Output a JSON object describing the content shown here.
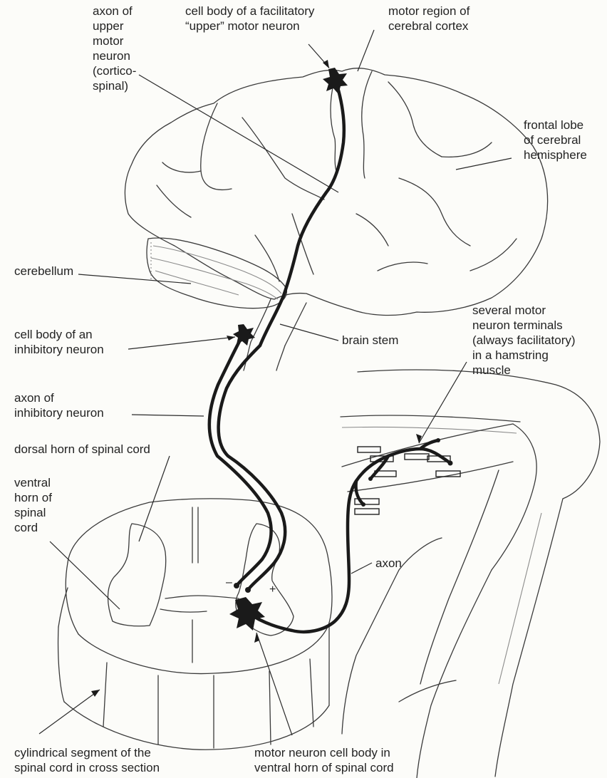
{
  "labels": {
    "axon_upper": "axon of\nupper\nmotor\nneuron\n(cortico-\nspinal)",
    "cell_body_facilitatory": "cell body of a facilitatory\n“upper” motor neuron",
    "motor_region": "motor region of\ncerebral cortex",
    "frontal_lobe": "frontal lobe\nof cerebral\nhemisphere",
    "cerebellum": "cerebellum",
    "cell_body_inhibitory": "cell body of an\ninhibitory neuron",
    "brain_stem": "brain stem",
    "motor_terminals": "several motor\nneuron terminals\n(always facilitatory)\nin a hamstring\nmuscle",
    "axon_inhibitory": "axon of\ninhibitory neuron",
    "dorsal_horn": "dorsal horn of spinal cord",
    "ventral_horn": "ventral\nhorn of\nspinal\ncord",
    "axon": "axon",
    "cylindrical_segment": "cylindrical segment of the\nspinal cord in cross section",
    "motor_neuron_body": "motor neuron cell body in\nventral horn of spinal cord"
  },
  "synapse_signs": {
    "inhibitory": "–",
    "facilitatory": "+"
  },
  "colors": {
    "ink": "#1a1a1a",
    "background": "#fcfcf9"
  }
}
